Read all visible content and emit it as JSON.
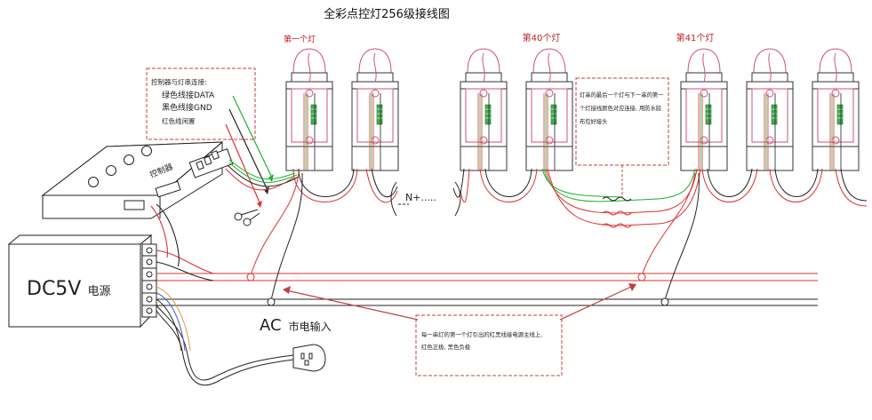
{
  "title": "全彩点控灯256级接线图",
  "bulb_labels": {
    "first": "第一个灯",
    "fortieth": "第40个灯",
    "forty_first": "第41个灯"
  },
  "controller_box": {
    "title": "控制器与灯串连接:",
    "line1": "绿色线接DATA",
    "line2": "黑色线接GND",
    "line3": "红色线闲置"
  },
  "controller_label": "控制器",
  "chain_note": "N+.....",
  "junction_note": {
    "line1": "灯串的最后一个灯与下一串的第一",
    "line2": "个灯接线颜色对应连接, 用防水胶",
    "line3": "布包好接头"
  },
  "power_label": {
    "main": "DC5V",
    "suffix": "电源"
  },
  "ac_label": {
    "main": "AC",
    "suffix": "市电输入"
  },
  "bottom_note": {
    "line1": "每一串灯的第一个灯引出的红黑线接电源主线上,",
    "line2": "红色正极, 黑色负极"
  },
  "colors": {
    "red_wire": "#e03030",
    "green_wire": "#20b030",
    "black_wire": "#222222",
    "dashed_box": "#c04040",
    "bulb_outline": "#333333",
    "bulb_pink": "#d05080"
  }
}
